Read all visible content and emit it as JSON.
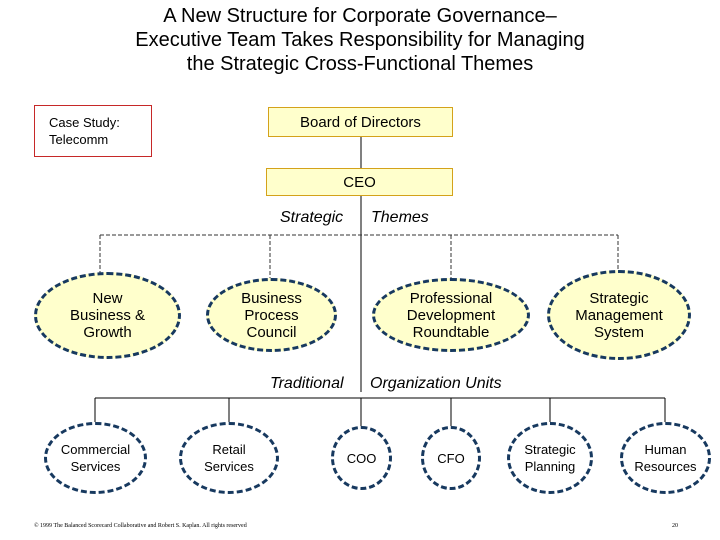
{
  "title": {
    "line1": "A New Structure for Corporate Governance–",
    "line2": "Executive Team Takes Responsibility for Managing",
    "line3": "the Strategic Cross-Functional Themes"
  },
  "case_study": {
    "line1": "Case Study:",
    "line2": "Telecomm"
  },
  "board": "Board of Directors",
  "ceo": "CEO",
  "strategic_label": {
    "left": "Strategic",
    "right": "Themes"
  },
  "themes": [
    {
      "line1": "New",
      "line2": "Business &",
      "line3": "Growth"
    },
    {
      "line1": "Business",
      "line2": "Process",
      "line3": "Council"
    },
    {
      "line1": "Professional",
      "line2": "Development",
      "line3": "Roundtable"
    },
    {
      "line1": "Strategic",
      "line2": "Management",
      "line3": "System"
    }
  ],
  "traditional_label": {
    "left": "Traditional",
    "right": "Organization Units"
  },
  "units": [
    {
      "line1": "Commercial",
      "line2": "Services"
    },
    {
      "line1": "Retail",
      "line2": "Services"
    },
    {
      "line1": "COO",
      "line2": ""
    },
    {
      "line1": "CFO",
      "line2": ""
    },
    {
      "line1": "Strategic",
      "line2": "Planning"
    },
    {
      "line1": "Human",
      "line2": "Resources"
    }
  ],
  "footer": {
    "copyright": "© 1999 The Balanced Scorecard Collaborative and Robert S. Kaplan. All rights reserved",
    "page": "20"
  },
  "colors": {
    "oval_border": "#17395f",
    "fill": "#ffffcc",
    "case_border": "#c62828",
    "box_border": "#d4a21a"
  }
}
